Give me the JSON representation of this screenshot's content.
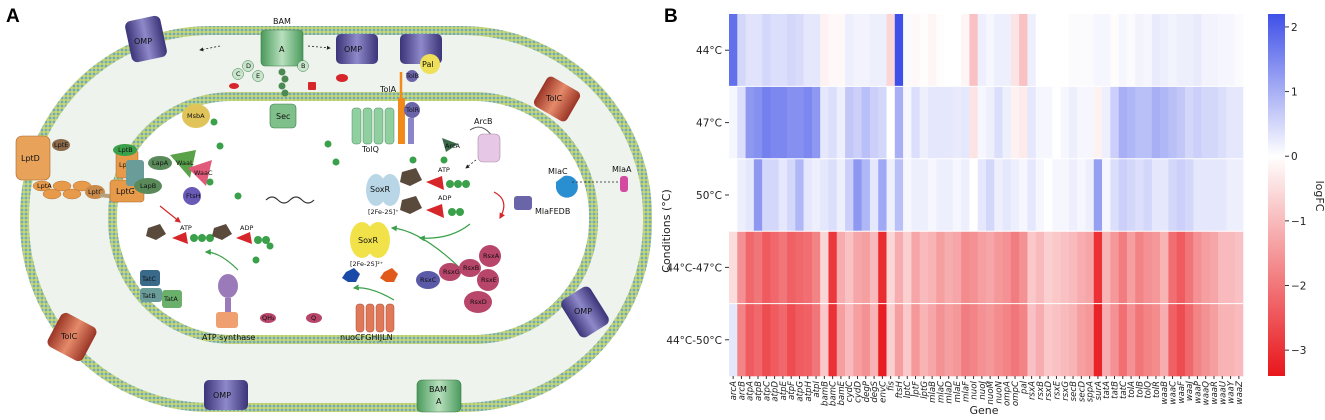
{
  "panels": {
    "a": "A",
    "b": "B"
  },
  "diagram": {
    "labels": {
      "bam_top": "BAM",
      "bam_a": "A",
      "bam_b": "B",
      "bam_c": "C",
      "bam_d": "D",
      "bam_e": "E",
      "omp_tl": "OMP",
      "omp_tr": "OMP",
      "omp_br": "OMP",
      "omp_bottom": "OMP",
      "tolc_r": "TolC",
      "tolc_bl": "TolC",
      "bam_bottom": "BAM",
      "bam_bottom_a": "A",
      "lptd": "LptD",
      "lpte": "LptE",
      "lpta": "LptA",
      "lptb": "LptB",
      "lptf": "LptF",
      "lptc": "LptC",
      "lptg": "LptG",
      "lapa": "LapA",
      "lapb": "LapB",
      "waal": "WaaL",
      "waac": "WaaC",
      "ftsh": "FtsH",
      "msba": "MsbA",
      "sec": "Sec",
      "tola": "TolA",
      "tolb": "TolB",
      "pal": "Pal",
      "tolr": "TolR",
      "tolq": "TolQ",
      "arcb": "ArcB",
      "arca": "ArcA",
      "mlac": "MlaC",
      "mlaa": "MlaA",
      "mlafedb": "MlaFEDB",
      "soxr": "SoxR",
      "soxr2": "SoxR",
      "fes_ox": "[2Fe-2S]⁺",
      "fes_red": "[2Fe-2S]²⁺",
      "rsxc": "RsxC",
      "rsxg": "RsxG",
      "rsxb": "RsxB",
      "rsxa": "RsxA",
      "rsxe": "RsxE",
      "rsxd": "RsxD",
      "atp1": "ATP",
      "adp1": "ADP",
      "atp2": "ATP",
      "adp2": "ADP",
      "tatc": "TatC",
      "tatb": "TatB",
      "tata": "TatA",
      "atp_synthase": "ATP synthase",
      "nuo": "nuoCFGHIJLN",
      "qh2": "QH₂",
      "q": "Q"
    },
    "colors": {
      "membrane_head": "#6fa8c9",
      "membrane_tail": "#c8d86a",
      "periplasm": "#eef3ee",
      "omp": "#6a64a8",
      "bam": "#7fbf8a",
      "tolc": "#c8553d",
      "lpt": "#e69a4a",
      "soxr": "#f2e24a",
      "rsx": "#b8456a",
      "mlac": "#2a8fd1",
      "atp_red": "#d6262a",
      "adp_green": "#3aa04a",
      "molecule_brown": "#5a4a3c"
    }
  },
  "chart_data": {
    "type": "heatmap",
    "title": "",
    "xlabel": "Gene",
    "ylabel": "Conditions (°C)",
    "colorbar_label": "logFC",
    "colorscale": {
      "min": -3.4,
      "max": 2.2,
      "low": "#e8161b",
      "mid": "#ffffff",
      "high": "#3f50e8"
    },
    "colorbar_ticks": [
      2,
      1,
      0,
      -1,
      -2,
      -3
    ],
    "rows": [
      "44°C",
      "47°C",
      "50°C",
      "44°C-47°C",
      "44°C-50°C"
    ],
    "genes": [
      "arcA",
      "arcB",
      "atpA",
      "atpB",
      "atpC",
      "atpD",
      "atpE",
      "atpF",
      "atpG",
      "atpH",
      "atpI",
      "bamB",
      "bamC",
      "bamE",
      "cydC",
      "cydD",
      "degP",
      "degS",
      "envC",
      "fis",
      "ftsH",
      "lptC",
      "lptF",
      "lptG",
      "mlaB",
      "mlaC",
      "mlaD",
      "mlaE",
      "mlaF",
      "nuoI",
      "nuoJ",
      "nuoM",
      "nuoN",
      "ompA",
      "ompC",
      "pal",
      "rsxA",
      "rsxB",
      "rsxD",
      "rsxE",
      "rsxG",
      "secB",
      "secD",
      "sppA",
      "surA",
      "tatA",
      "tatB",
      "tatC",
      "tolA",
      "tolB",
      "tolQ",
      "tolR",
      "waaB",
      "waaC",
      "waaF",
      "waaJ",
      "waaP",
      "waaQ",
      "waaR",
      "waaU",
      "waaY",
      "waaZ"
    ],
    "values": [
      [
        1.8,
        0.5,
        0.35,
        0.35,
        0.5,
        0.4,
        0.4,
        0.5,
        0.45,
        0.3,
        0.3,
        -0.2,
        -0.1,
        -0.1,
        0.2,
        0.15,
        0.15,
        0.2,
        0.2,
        -0.6,
        2.2,
        0.05,
        -0.1,
        -0.05,
        -0.15,
        -0.05,
        0.0,
        0.0,
        -0.15,
        -0.9,
        0.2,
        0.1,
        0.2,
        0.2,
        -0.4,
        -0.9,
        0.2,
        0.0,
        0.0,
        0.0,
        0.0,
        0.05,
        0.05,
        0.05,
        0.1,
        0.1,
        -0.05,
        0.1,
        0.05,
        0.15,
        0.1,
        0.25,
        0.2,
        0.15,
        0.2,
        0.2,
        0.25,
        0.15,
        0.15,
        0.1,
        0.1,
        0.05
      ],
      [
        0.1,
        0.4,
        1.3,
        1.4,
        1.6,
        1.5,
        1.5,
        1.4,
        1.4,
        1.5,
        1.3,
        0.3,
        0.4,
        0.2,
        0.7,
        0.6,
        0.8,
        0.6,
        0.5,
        0.0,
        1.0,
        0.1,
        0.4,
        0.2,
        0.3,
        0.3,
        0.3,
        0.25,
        0.3,
        -0.4,
        0.1,
        0.2,
        0.4,
        0.2,
        -0.2,
        -0.3,
        0.3,
        0.1,
        0.1,
        0.0,
        0.1,
        0.2,
        0.1,
        0.1,
        -0.2,
        0.2,
        0.6,
        1.0,
        0.9,
        0.8,
        0.8,
        1.0,
        0.9,
        0.8,
        0.7,
        0.5,
        0.6,
        0.5,
        0.5,
        0.4,
        0.3,
        0.3
      ],
      [
        0.0,
        0.2,
        0.3,
        1.3,
        0.5,
        0.5,
        0.3,
        0.5,
        0.9,
        0.3,
        0.2,
        0.3,
        0.4,
        0.2,
        0.6,
        1.3,
        0.9,
        0.3,
        1.1,
        0.2,
        0.8,
        0.1,
        0.2,
        0.2,
        0.1,
        0.2,
        0.2,
        0.1,
        0.2,
        0.0,
        0.3,
        0.5,
        0.2,
        0.3,
        0.2,
        0.1,
        0.3,
        0.1,
        0.0,
        0.1,
        0.1,
        0.2,
        0.1,
        0.2,
        1.2,
        0.1,
        0.4,
        0.6,
        0.5,
        0.4,
        0.5,
        0.3,
        0.3,
        0.5,
        0.6,
        0.5,
        0.3,
        0.3,
        0.3,
        0.3,
        0.2,
        0.2
      ],
      [
        -0.5,
        -1.6,
        -2.2,
        -2.0,
        -2.4,
        -2.2,
        -2.0,
        -2.3,
        -2.2,
        -2.1,
        -1.8,
        -0.6,
        -2.9,
        -1.2,
        -0.9,
        -1.3,
        -1.4,
        -1.0,
        -3.1,
        -0.6,
        -1.2,
        -0.7,
        -1.3,
        -1.0,
        -1.1,
        -1.4,
        -1.2,
        -1.3,
        -1.7,
        -1.6,
        -1.4,
        -1.3,
        -1.5,
        -1.6,
        -1.9,
        -1.6,
        -0.8,
        -1.0,
        -0.7,
        -0.8,
        -0.9,
        -1.0,
        -1.2,
        -1.3,
        -3.0,
        -1.1,
        -1.5,
        -1.9,
        -1.4,
        -1.8,
        -1.6,
        -1.5,
        -1.1,
        -2.1,
        -2.4,
        -2.0,
        -1.6,
        -1.4,
        -1.3,
        -1.0,
        -1.0,
        -0.9
      ],
      [
        0.3,
        -1.8,
        -2.4,
        -2.2,
        -2.6,
        -2.4,
        -2.2,
        -2.6,
        -2.4,
        -2.3,
        -2.0,
        -0.8,
        -3.0,
        -1.4,
        -1.0,
        -1.4,
        -1.6,
        -1.1,
        -3.3,
        -0.7,
        -1.4,
        -0.8,
        -1.5,
        -1.1,
        -1.3,
        -1.6,
        -1.4,
        -1.5,
        -1.9,
        -1.8,
        -1.6,
        -1.5,
        -1.7,
        -1.8,
        -2.0,
        -1.8,
        -0.9,
        -1.2,
        -0.8,
        -0.9,
        -1.0,
        -1.1,
        -1.4,
        -1.5,
        -3.2,
        -1.2,
        -1.6,
        -2.1,
        -1.6,
        -2.0,
        -1.8,
        -1.7,
        -1.2,
        -2.3,
        -2.6,
        -2.2,
        -1.8,
        -1.6,
        -1.4,
        -1.1,
        -1.1,
        -1.0
      ]
    ]
  }
}
